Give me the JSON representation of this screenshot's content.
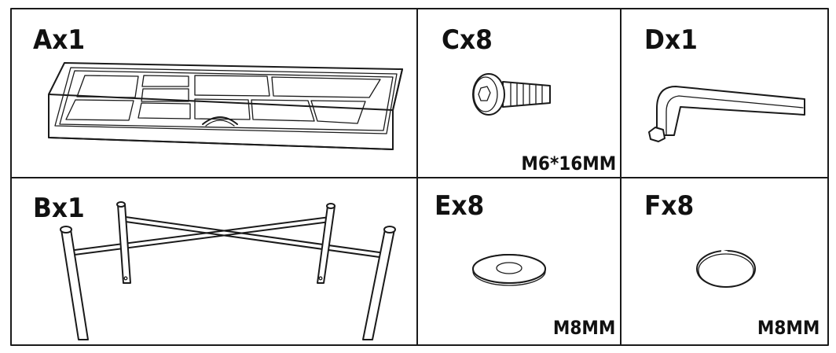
{
  "parts": {
    "a": {
      "name": "Ax1"
    },
    "b": {
      "name": "Bx1"
    },
    "c": {
      "name": "Cx8",
      "spec": "M6*16MM"
    },
    "d": {
      "name": "Dx1"
    },
    "e": {
      "name": "Ex8",
      "spec": "M8MM"
    },
    "f": {
      "name": "Fx8",
      "spec": "M8MM"
    }
  },
  "colors": {
    "line": "#1a1a1a",
    "background": "#ffffff"
  },
  "icons": {
    "a": "tabletop-tray-icon",
    "b": "leg-frame-icon",
    "c": "bolt-icon",
    "d": "allen-key-icon",
    "e": "flat-washer-icon",
    "f": "split-ring-icon"
  }
}
